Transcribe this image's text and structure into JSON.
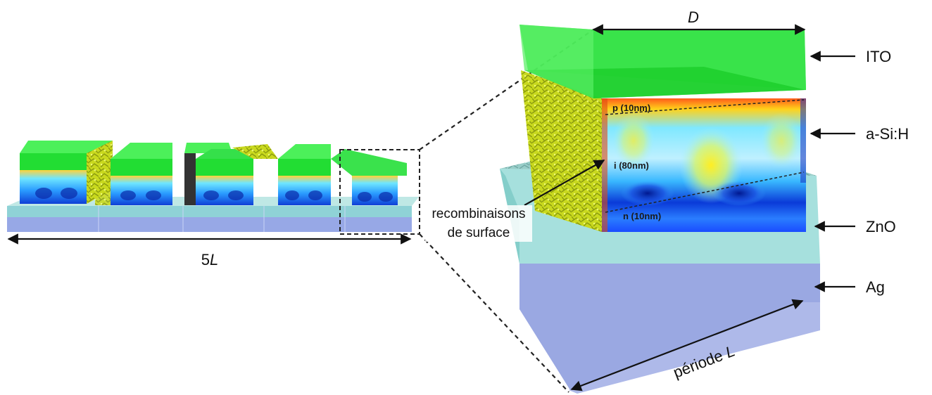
{
  "overview": {
    "width_label_prefix": "5",
    "width_label_var": "L",
    "strip_count": 5
  },
  "detail": {
    "width_label": "D",
    "period_label_prefix": "période ",
    "period_label_var": "L",
    "sublayers": {
      "p": "p (10nm)",
      "i": "i (80nm)",
      "n": "n (10nm)"
    },
    "recombination_label": [
      "recombinaisons",
      "de surface"
    ]
  },
  "layers": [
    {
      "label": "ITO",
      "color": "#22dd33"
    },
    {
      "label": "a-Si:H",
      "color": "#dddd22"
    },
    {
      "label": "ZnO",
      "color": "#88dddd"
    },
    {
      "label": "Ag",
      "color": "#8899dd"
    }
  ]
}
